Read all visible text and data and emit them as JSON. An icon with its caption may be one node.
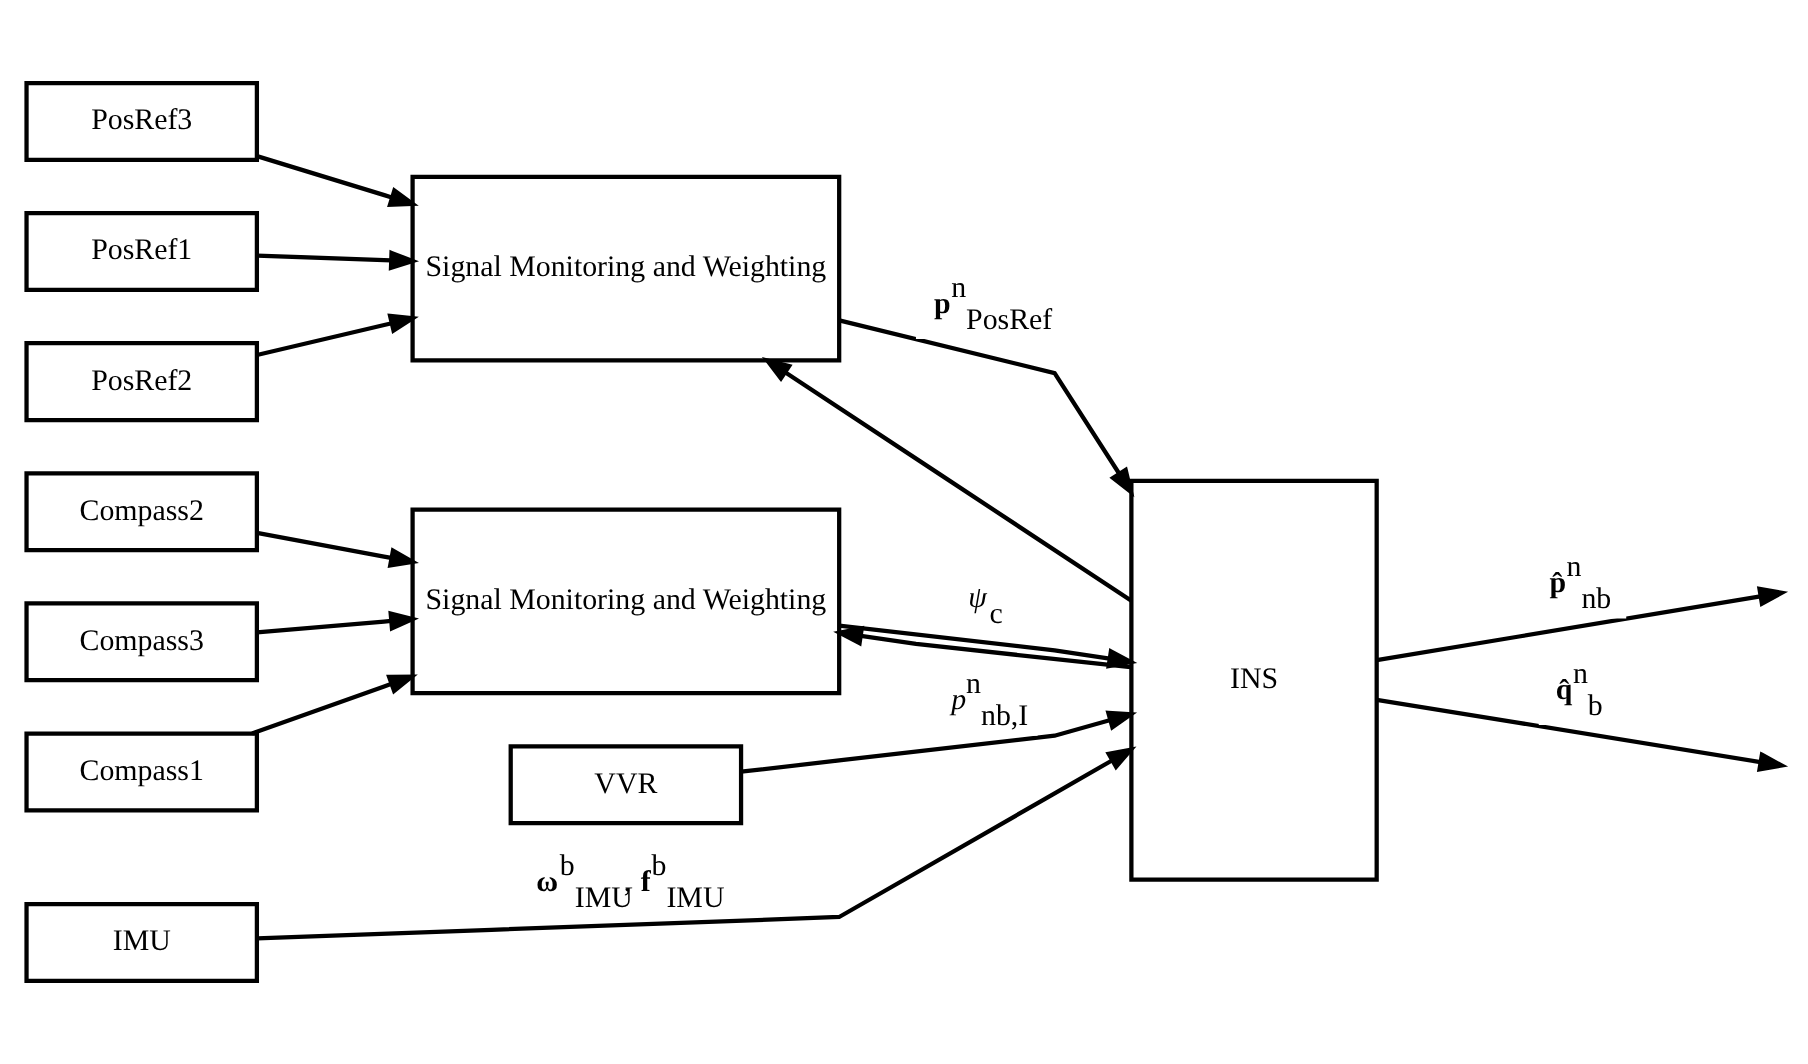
{
  "diagram": {
    "nodes": [
      {
        "text": [
          "PosRef1"
        ]
      },
      {
        "text": [
          "PosRef2"
        ]
      },
      {
        "text": [
          "PosRef3"
        ]
      },
      {
        "text": [
          "Signal Monitoring and Weighting"
        ]
      },
      {
        "text": [
          "VVR"
        ]
      },
      {
        "text": [
          "INS"
        ]
      },
      {
        "text": [
          "IMU"
        ]
      },
      {
        "text": [
          "Compass1"
        ]
      },
      {
        "text": [
          "Compass2"
        ]
      },
      {
        "text": [
          "Compass3"
        ]
      },
      {
        "text": [
          "Signal Monitoring and Weighting"
        ]
      }
    ],
    "edges": [
      {
        "from": 0,
        "to": 3,
        "arrow": "to"
      },
      {
        "from": 1,
        "to": 3,
        "arrow": "to"
      },
      {
        "from": 2,
        "to": 3,
        "arrow": "to"
      },
      {
        "from": 3,
        "to": 5,
        "arrow": "to",
        "label": "**p**$^{n}$$_{PosRef}$"
      },
      {
        "from": 4,
        "to": 5,
        "arrow": "to",
        "label": "*p*$^{n}$$_{nb,I}$"
      },
      {
        "from": 6,
        "to": 5,
        "arrow": "to",
        "label": "**ω**$^{b}$$_{IMU}$, **f**$^{b}$$_{IMU}$"
      },
      {
        "from": 7,
        "to": 10,
        "arrow": "to"
      },
      {
        "from": 8,
        "to": 10,
        "arrow": "to"
      },
      {
        "from": 9,
        "to": 10,
        "arrow": "to"
      },
      {
        "from": 10,
        "to": 5,
        "arrow": "to",
        "label": "*ψ*$_{c}$"
      },
      {
        "from": 5,
        "to": null,
        "arrow": "to",
        "label": "**p̂**$^{n}$$_{nb}$"
      },
      {
        "from": 5,
        "to": null,
        "arrow": "to",
        "label": "**q̂**$^{n}$$_{b}$"
      },
      {
        "from": 5,
        "to": 3,
        "arrow": "to"
      },
      {
        "from": 5,
        "to": 10,
        "arrow": "to"
      }
    ]
  }
}
